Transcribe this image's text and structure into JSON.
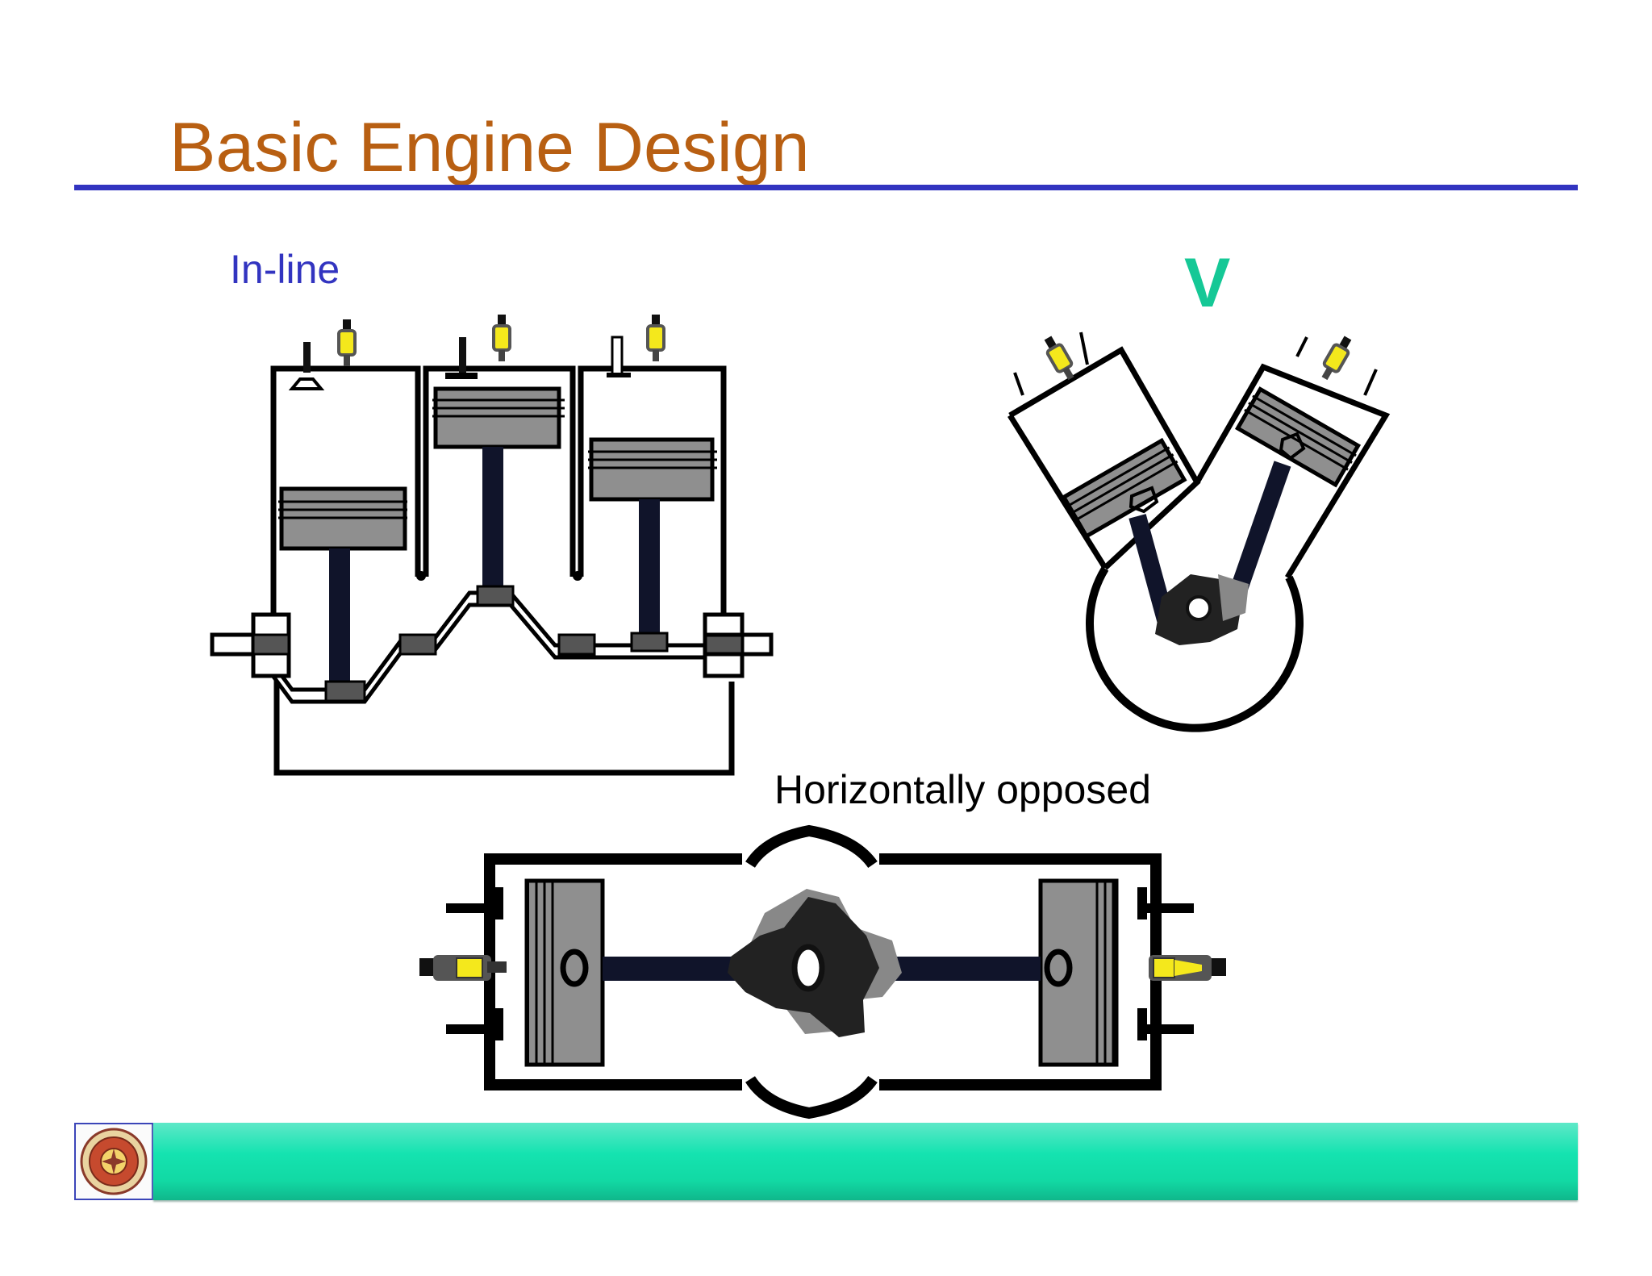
{
  "slide": {
    "title": "Basic Engine Design"
  },
  "labels": {
    "inline": "In-line",
    "v": "V",
    "horizontally_opposed": "Horizontally opposed"
  },
  "colors": {
    "title": "#b85f12",
    "title_rule": "#3234c0",
    "inline_label": "#3234c0",
    "v_label": "#15c896",
    "footer_bar": "#12d9a4",
    "spark_plug": "#f4e81c",
    "piston": "#8f8f8f",
    "connecting_rod": "#10142a"
  },
  "footer": {
    "logo_icon": "college-seal-icon"
  }
}
